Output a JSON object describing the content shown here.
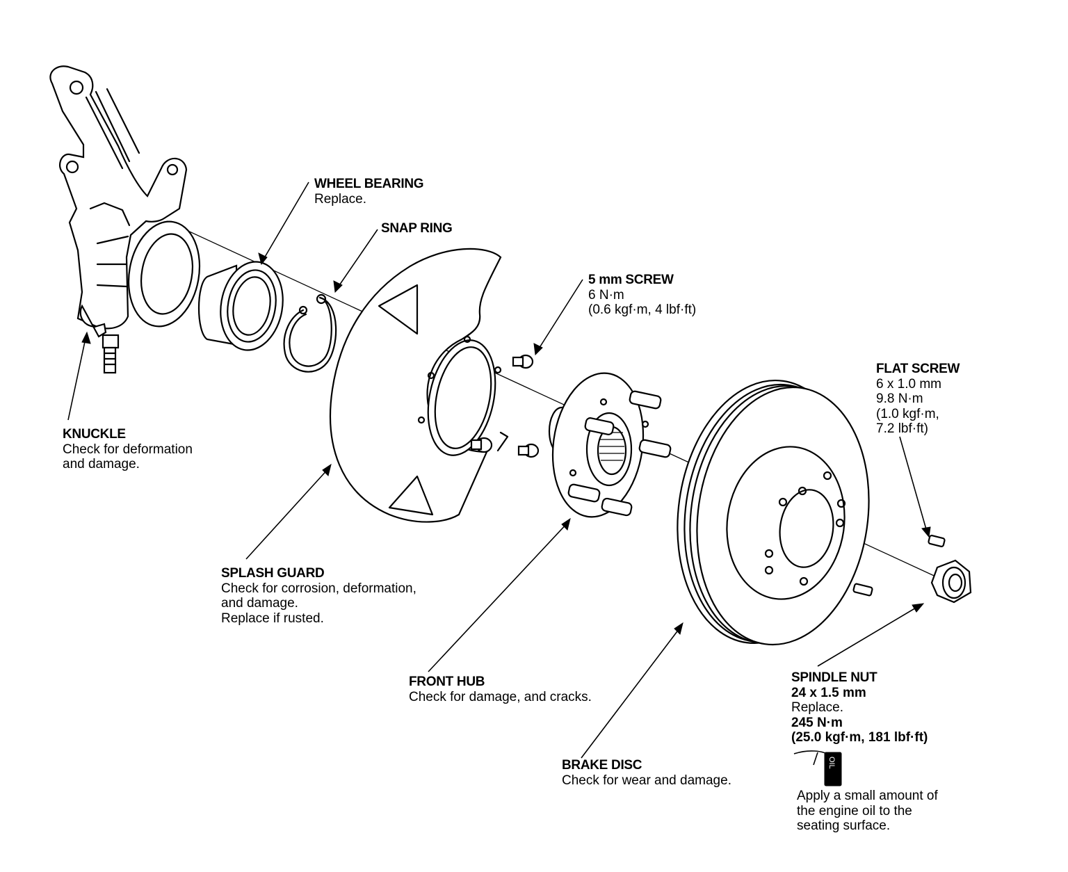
{
  "callouts": {
    "wheel_bearing": {
      "name": "WHEEL BEARING",
      "lines": [
        "Replace."
      ]
    },
    "snap_ring": {
      "name": "SNAP RING"
    },
    "screw_5mm": {
      "name": "5 mm SCREW",
      "lines": [
        "6 N·m",
        "(0.6 kgf·m, 4 lbf·ft)"
      ]
    },
    "flat_screw": {
      "name": "FLAT SCREW",
      "lines": [
        "6 x 1.0 mm",
        "9.8 N·m",
        "(1.0 kgf·m,",
        "7.2 lbf·ft)"
      ]
    },
    "knuckle": {
      "name": "KNUCKLE",
      "lines": [
        "Check for deformation",
        "and damage."
      ]
    },
    "splash_guard": {
      "name": "SPLASH GUARD",
      "lines": [
        "Check for corrosion, deformation,",
        "and damage.",
        "Replace if rusted."
      ]
    },
    "front_hub": {
      "name": "FRONT HUB",
      "lines": [
        "Check for damage, and cracks."
      ]
    },
    "brake_disc": {
      "name": "BRAKE DISC",
      "lines": [
        "Check for wear and damage."
      ]
    },
    "spindle_nut": {
      "name": "SPINDLE NUT",
      "lines": [
        "24 x 1.5 mm",
        "Replace.",
        "245 N·m",
        "(25.0 kgf·m, 181 lbf·ft)"
      ]
    },
    "oil_note": {
      "icon_text": "OIL",
      "lines": [
        "Apply a small amount of",
        "the engine oil to the",
        "seating surface."
      ]
    }
  },
  "icons": [
    "oil-can-icon"
  ]
}
